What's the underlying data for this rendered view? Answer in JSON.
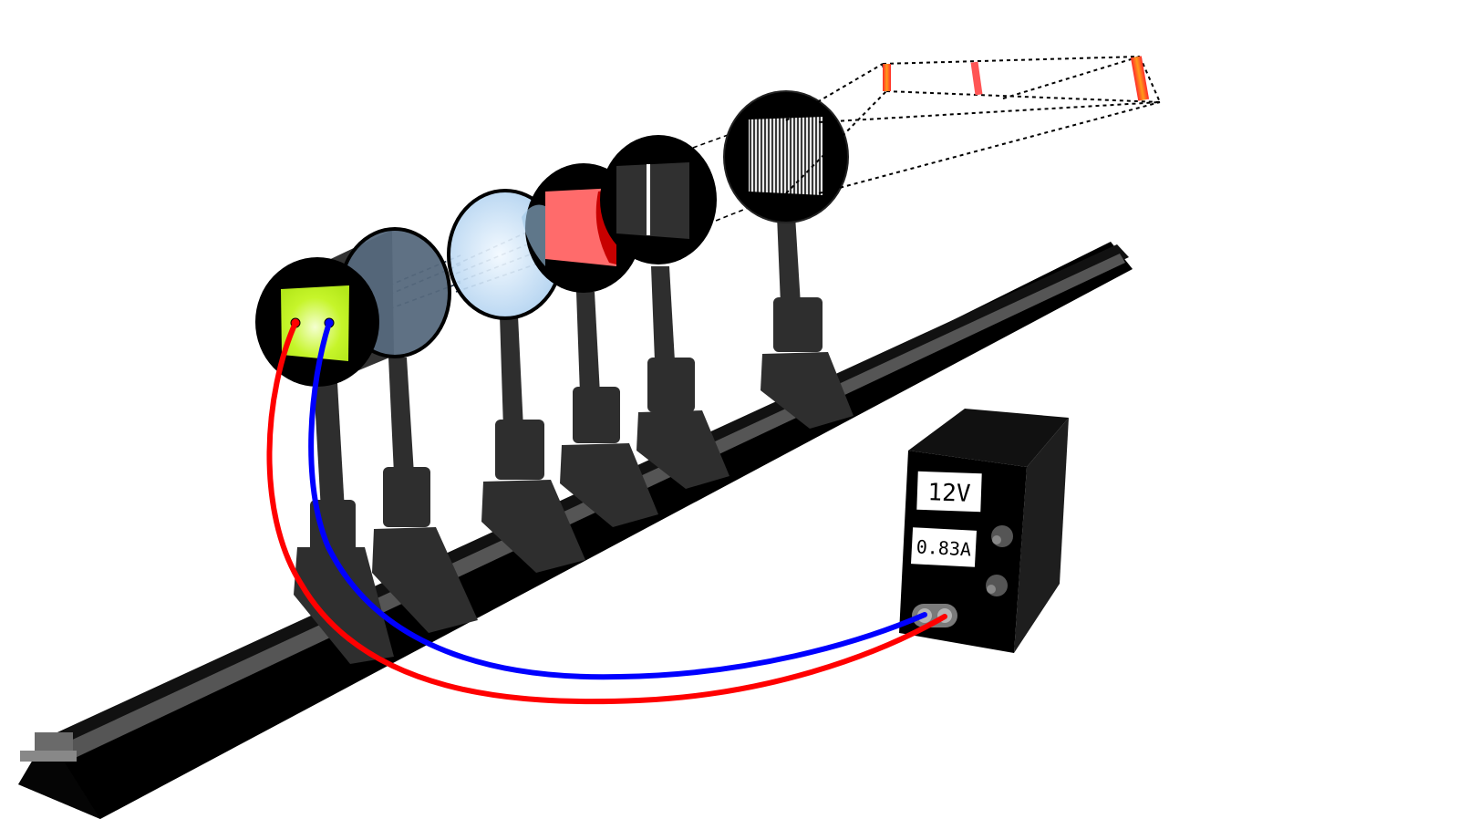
{
  "power_supply": {
    "voltage_display": "12V",
    "current_display": "0.83A"
  },
  "colors": {
    "background": "#ffffff",
    "rail": "#000000",
    "rail_highlight": "#4a4a4a",
    "holder": "#2e2e2e",
    "lamp_face": "#c6f52a",
    "lens_tube": "#56697d",
    "lens": "#cfe6f8",
    "red_filter": "#ff6b6b",
    "wire_positive": "#ff0000",
    "wire_negative": "#0000ff",
    "spectrum_line": "#ff4d4d"
  },
  "components": [
    "lamp-housing",
    "collimator-tube",
    "condenser-lens",
    "red-filter",
    "slit",
    "diffraction-grating",
    "spectrum-projection"
  ]
}
